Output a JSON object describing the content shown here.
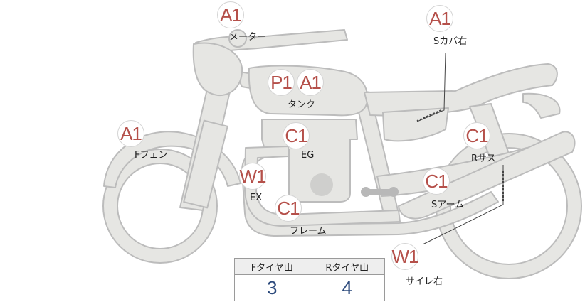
{
  "colors": {
    "body_fill": "#e6e6e3",
    "body_stroke": "#bcbcbc",
    "badge_text": "#b5504a",
    "value_text": "#2c4a7c"
  },
  "badges": {
    "meter": "A1",
    "side_cover_right": "A1",
    "tank_p": "P1",
    "tank_a": "A1",
    "front_fender": "A1",
    "engine": "C1",
    "rear_suspension": "C1",
    "exhaust": "W1",
    "swing_arm": "C1",
    "frame": "C1",
    "silencer_right": "W1"
  },
  "labels": {
    "meter": "メーター",
    "side_cover_right": "Sカバ右",
    "tank": "タンク",
    "front_fender": "Fフェン",
    "engine": "EG",
    "rear_suspension": "Rサス",
    "exhaust": "EX",
    "swing_arm": "Sアーム",
    "frame": "フレーム",
    "silencer_right": "サイレ右"
  },
  "tire_tread": {
    "front_header": "Fタイヤ山",
    "rear_header": "Rタイヤ山",
    "front_value": "3",
    "rear_value": "4"
  }
}
